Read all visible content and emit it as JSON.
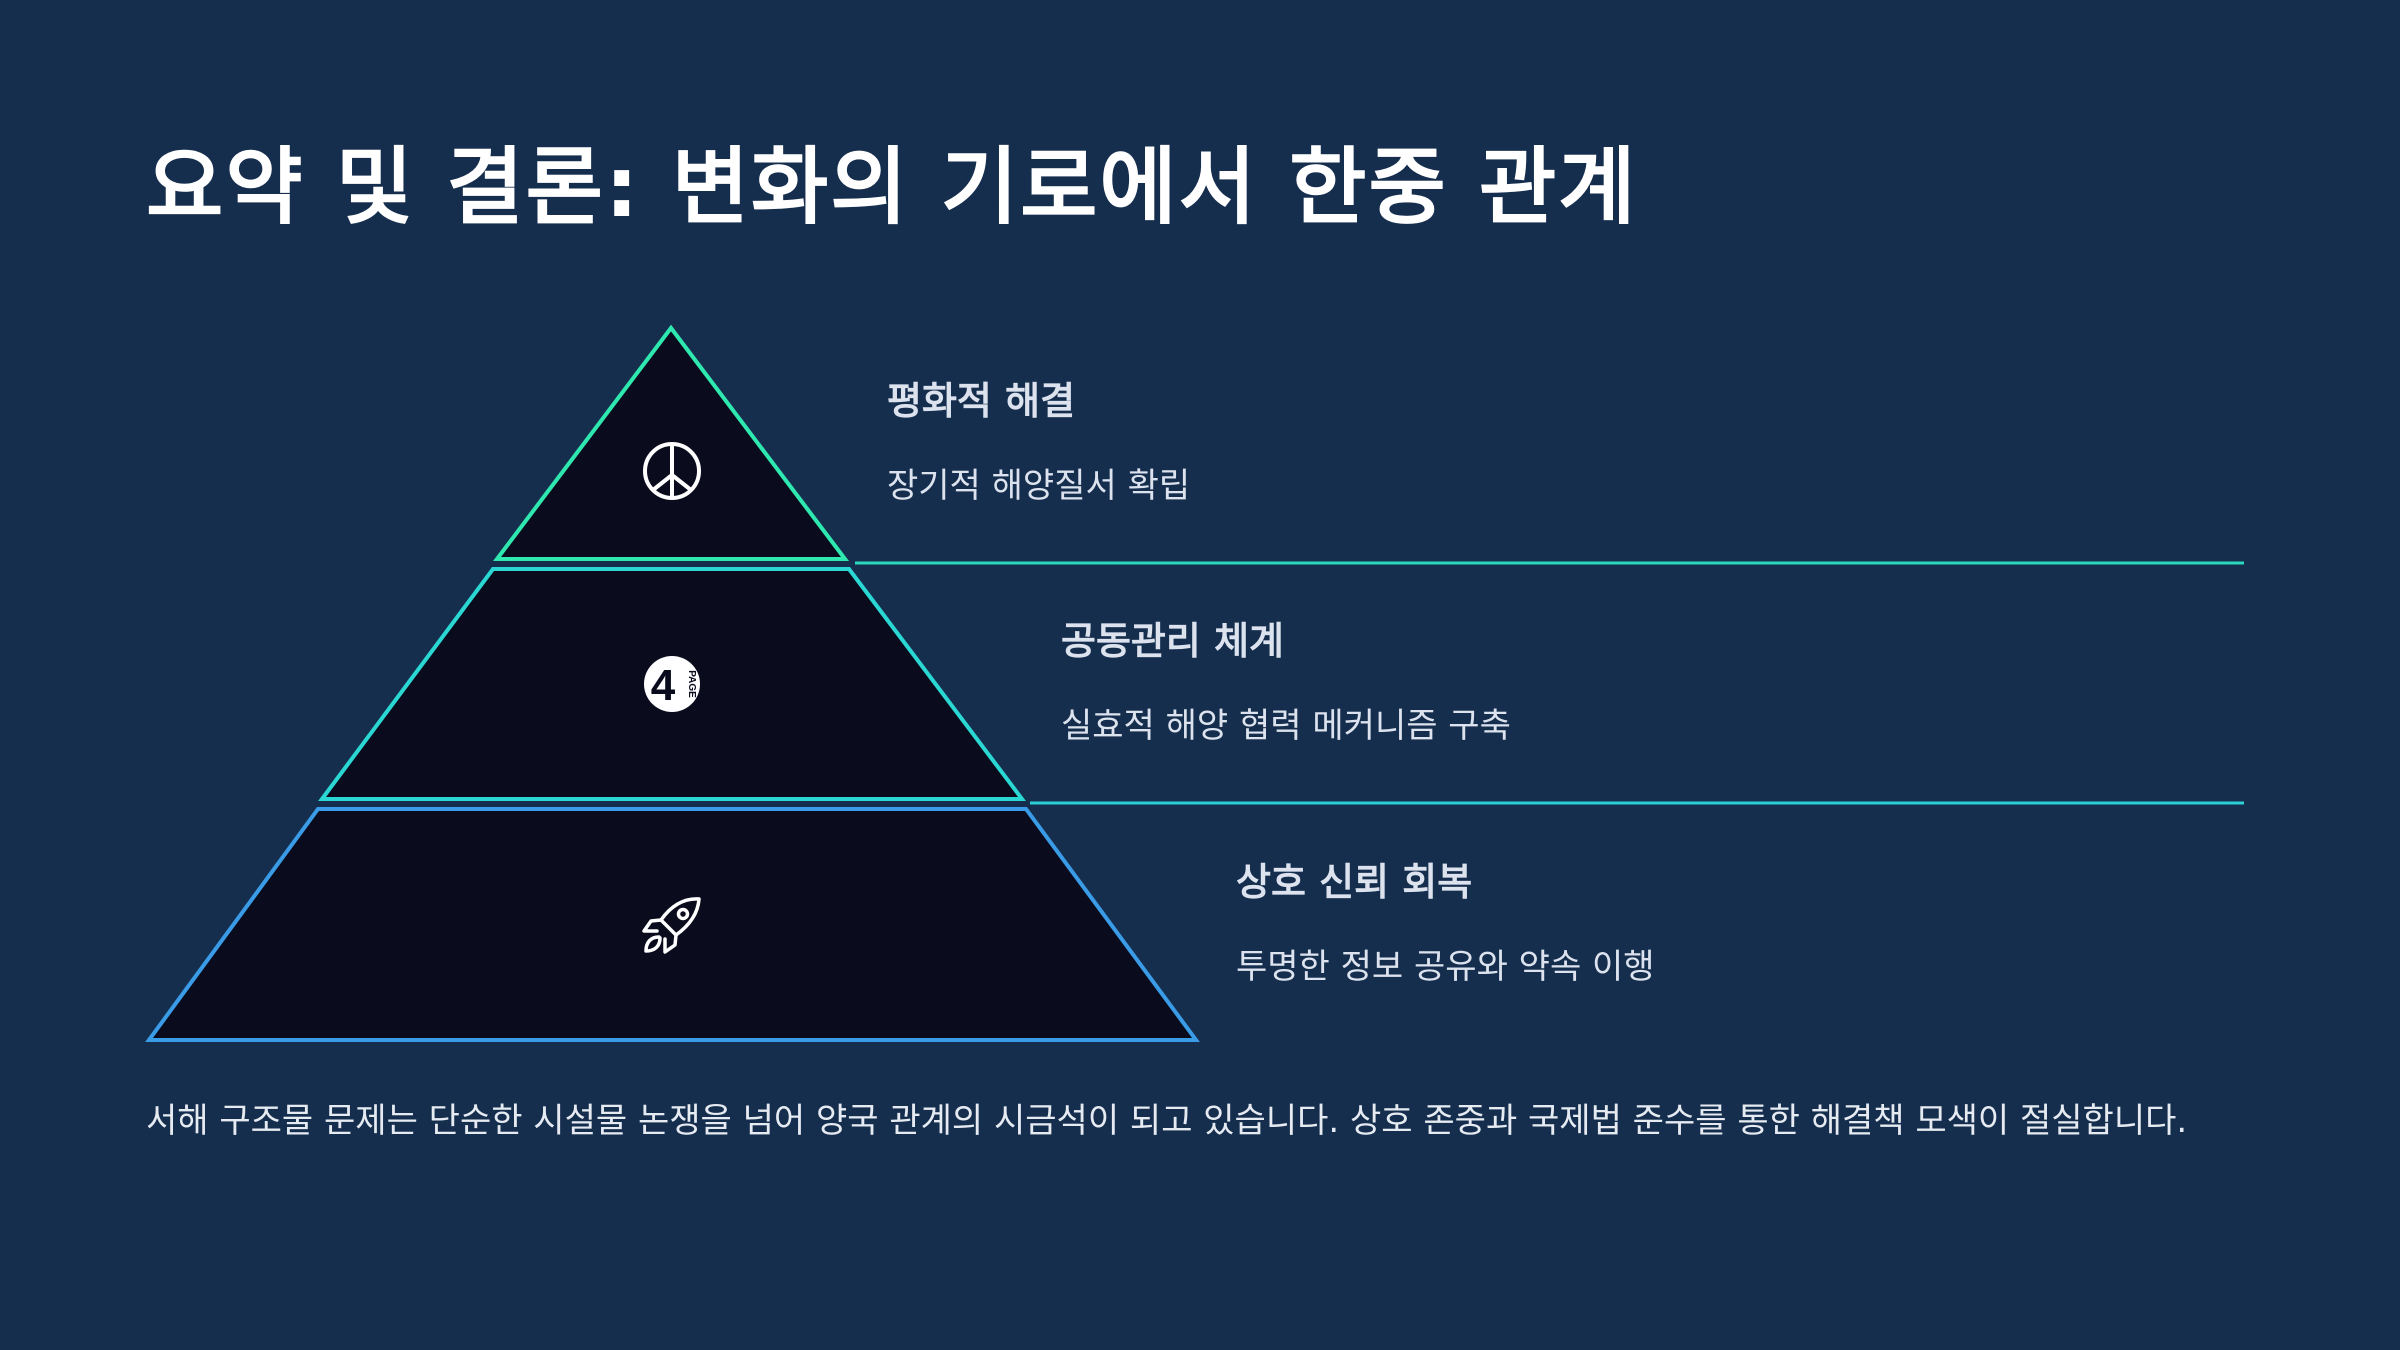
{
  "title": "요약 및 결론: 변화의 기로에서 한중 관계",
  "tiers": [
    {
      "heading": "평화적 해결",
      "description": "장기적 해양질서 확립",
      "icon": "peace-icon",
      "outline_color": "#2fe8b0"
    },
    {
      "heading": "공동관리 체계",
      "description": "실효적 해양 협력 메커니즘 구축",
      "icon": "four-page-icon",
      "icon_text": "4",
      "icon_subtext": "PAGE",
      "outline_color": "#2ad7d2"
    },
    {
      "heading": "상호 신뢰 회복",
      "description": "투명한 정보 공유와 약속 이행",
      "icon": "rocket-icon",
      "outline_color": "#3a9be6"
    }
  ],
  "summary": "서해 구조물 문제는 단순한 시설물 논쟁을 넘어 양국 관계의 시금석이 되고 있습니다. 상호 존중과 국제법 준수를 통한 해결책 모색이 절실합니다.",
  "colors": {
    "background": "#162e4e",
    "tier_fill": "#0a0c1e",
    "text": "#dce3ee"
  }
}
